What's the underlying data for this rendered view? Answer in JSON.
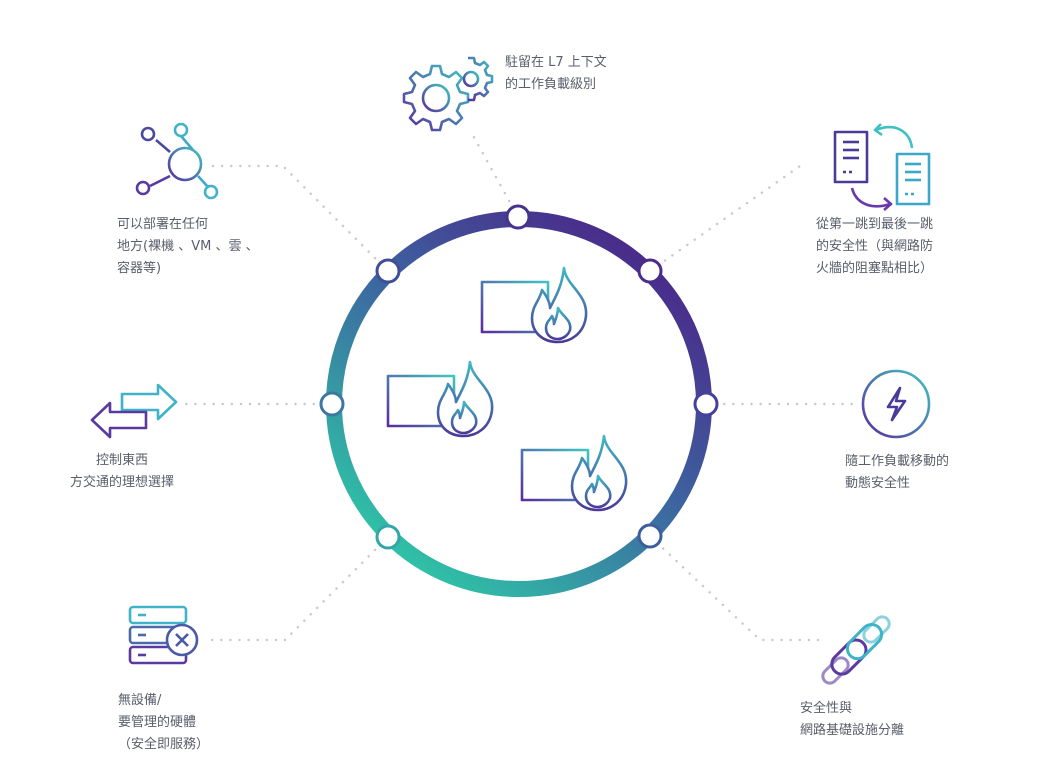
{
  "colors": {
    "purple": "#4b2a8c",
    "indigo": "#3f4f9a",
    "teal": "#2fc2a6",
    "dots": "#c9ccd3",
    "text": "#5a5e6b"
  },
  "center_icons": [
    "firewall-flame-icon",
    "firewall-flame-icon",
    "firewall-flame-icon"
  ],
  "features": {
    "workload_l7": {
      "icon": "gears-icon",
      "lines": [
        "駐留在 L7 上下文",
        "的工作負載級別"
      ]
    },
    "hop_by_hop": {
      "icon": "servers-sync-icon",
      "lines": [
        "從第一跳到最後一跳",
        "的安全性（與網路防",
        "火牆的阻塞點相比）"
      ]
    },
    "dynamic_security": {
      "icon": "lightning-bolt-icon",
      "lines": [
        "隨工作負載移動的",
        "動態安全性"
      ]
    },
    "separation": {
      "icon": "chain-link-icon",
      "lines": [
        "安全性與",
        "網路基礎設施分離"
      ]
    },
    "no_hardware": {
      "icon": "server-x-icon",
      "lines": [
        "無設備/",
        "要管理的硬體",
        "（安全即服務）"
      ]
    },
    "east_west": {
      "icon": "bidirectional-arrows-icon",
      "lines": [
        "控制東西",
        "方交通的理想選擇"
      ]
    },
    "deploy_anywhere": {
      "icon": "network-hub-icon",
      "lines": [
        "可以部署在任何",
        "地方(裸機 、VM 、雲 、",
        "容器等)"
      ]
    }
  }
}
